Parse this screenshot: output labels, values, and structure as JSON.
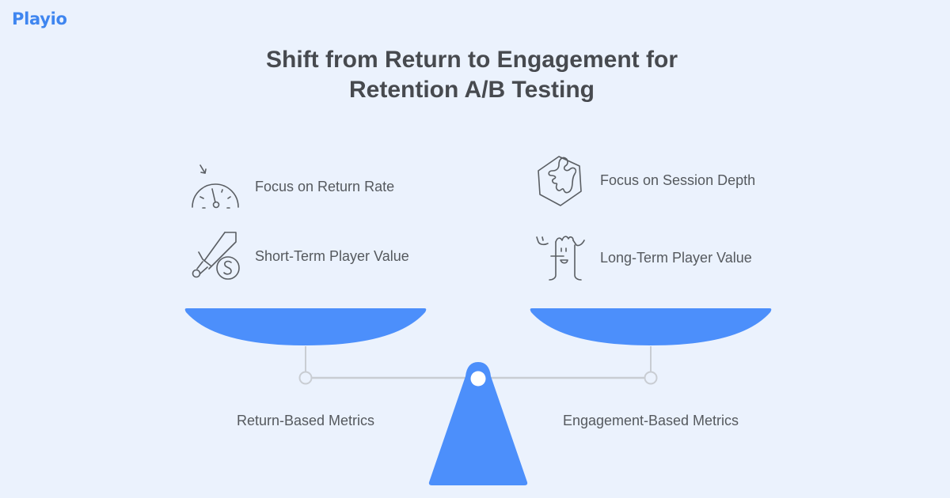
{
  "brand": {
    "logo_text": "Playio",
    "color": "#3f86f0"
  },
  "title": {
    "line1": "Shift from Return to Engagement for",
    "line2": "Retention A/B Testing"
  },
  "left_side": {
    "items": [
      {
        "icon": "speedometer-icon",
        "label": "Focus on Return Rate"
      },
      {
        "icon": "sword-dollar-icon",
        "label": "Short-Term Player Value"
      }
    ],
    "metric_label": "Return-Based Metrics"
  },
  "right_side": {
    "items": [
      {
        "icon": "hexagon-splash-icon",
        "label": "Focus on Session Depth"
      },
      {
        "icon": "tree-character-icon",
        "label": "Long-Term Player Value"
      }
    ],
    "metric_label": "Engagement-Based Metrics"
  },
  "colors": {
    "background": "#ebf2fd",
    "accent": "#4c8ffb",
    "beam": "#c9cdd3",
    "text": "#55595e",
    "title": "#474a4f",
    "icon_stroke": "#5a5e63"
  }
}
